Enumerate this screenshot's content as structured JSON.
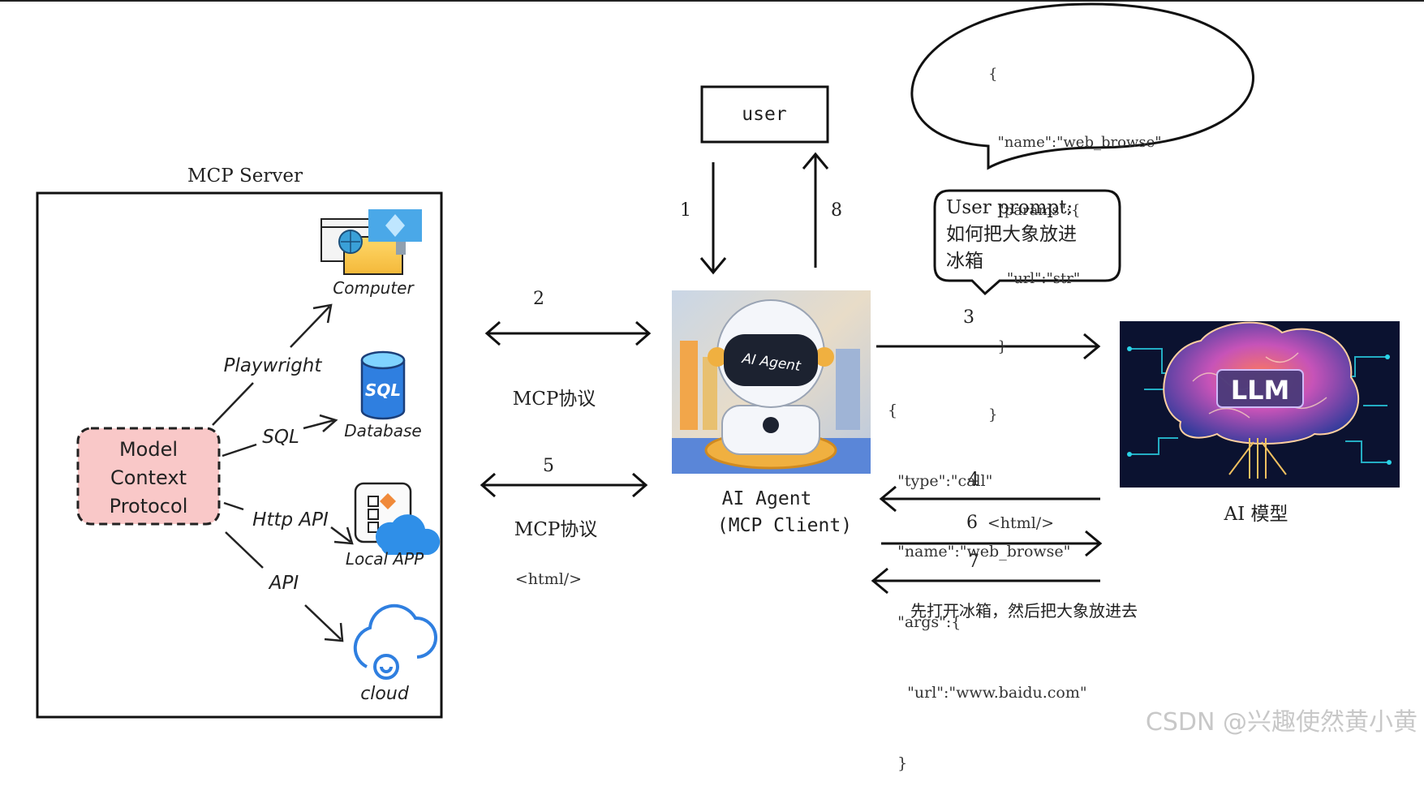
{
  "top_rule_color": "#222222",
  "mcp_server": {
    "title": "MCP Server",
    "protocol_box": [
      "Model",
      "Context",
      "Protocol"
    ],
    "protocol_box_color": "#f9c8c8",
    "connectors": {
      "playwright": "Playwright",
      "sql": "SQL",
      "http_api": "Http API",
      "api": "API"
    },
    "targets": {
      "computer": "Computer",
      "database": "Database",
      "database_icon_text": "SQL",
      "local_app": "Local APP",
      "cloud": "cloud"
    }
  },
  "user_box": {
    "label": "user"
  },
  "speech_top": {
    "lines": [
      "{",
      "  \"name\":\"web_browse\"",
      "  \"params\":{",
      "    \"url\":\"str\"",
      "  }",
      "}"
    ]
  },
  "speech_prompt": {
    "lines": [
      "User prompt:",
      "如何把大象放进",
      "冰箱"
    ]
  },
  "steps": {
    "s1": "1",
    "s2": "2",
    "s3": "3",
    "s4": "4",
    "s5": "5",
    "s6": "6",
    "s7": "7",
    "s8": "8"
  },
  "mcp_protocol_1": "MCP协议",
  "mcp_protocol_2": "MCP协议",
  "html_tag_left": "<html/>",
  "html_tag_right": "<html/>",
  "agent": {
    "screen_text": "AI Agent",
    "caption_1": "AI Agent",
    "caption_2": "(MCP Client)"
  },
  "call_json": {
    "lines": [
      "{",
      "  \"type\":\"call\"",
      "  \"name\":\"web_browse\"",
      "  \"args\":{",
      "    \"url\":\"www.baidu.com\"",
      "  }"
    ]
  },
  "llm": {
    "chip_text": "LLM",
    "caption": "AI 模型"
  },
  "answer": "先打开冰箱，然后把大象放进去",
  "watermark": "CSDN @兴趣使然黄小黄"
}
